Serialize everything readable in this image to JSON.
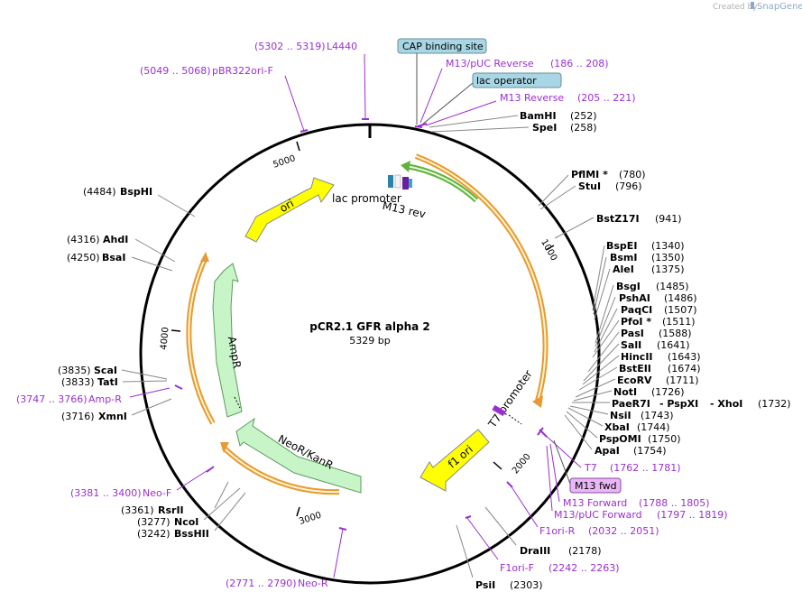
{
  "credit": {
    "created_by": "Created by",
    "brand": "SnapGene"
  },
  "plasmid": {
    "name": "pCR2.1 GFR alpha 2",
    "length": "5329 bp"
  },
  "ticks": [
    "1000",
    "2000",
    "3000",
    "4000",
    "5000"
  ],
  "enzymes_right": [
    {
      "name": "BamHI",
      "pos": "(252)"
    },
    {
      "name": "SpeI",
      "pos": "(258)"
    },
    {
      "name": "PflMI *",
      "pos": "(780)"
    },
    {
      "name": "StuI",
      "pos": "(796)"
    },
    {
      "name": "BstZ17I",
      "pos": "(941)"
    },
    {
      "name": "BspEI",
      "pos": "(1340)"
    },
    {
      "name": "BsmI",
      "pos": "(1350)"
    },
    {
      "name": "AleI",
      "pos": "(1375)"
    },
    {
      "name": "BsgI",
      "pos": "(1485)"
    },
    {
      "name": "PshAI",
      "pos": "(1486)"
    },
    {
      "name": "PaqCI",
      "pos": "(1507)"
    },
    {
      "name": "PfoI *",
      "pos": "(1511)"
    },
    {
      "name": "PasI",
      "pos": "(1588)"
    },
    {
      "name": "SalI",
      "pos": "(1641)"
    },
    {
      "name": "HincII",
      "pos": "(1643)"
    },
    {
      "name": "BstEII",
      "pos": "(1674)"
    },
    {
      "name": "EcoRV",
      "pos": "(1711)"
    },
    {
      "name": "NotI",
      "pos": "(1726)"
    },
    {
      "name": "PaeR7I",
      "name2": "- PspXI",
      "name3": "- XhoI",
      "pos": "(1732)"
    },
    {
      "name": "NsiI",
      "pos": "(1743)"
    },
    {
      "name": "XbaI",
      "pos": "(1744)"
    },
    {
      "name": "PspOMI",
      "pos": "(1750)"
    },
    {
      "name": "ApaI",
      "pos": "(1754)"
    }
  ],
  "enzymes_bottom": [
    {
      "name": "DraIII",
      "pos": "(2178)"
    },
    {
      "name": "PsiI",
      "pos": "(2303)"
    }
  ],
  "enzymes_left": [
    {
      "name": "BspHI",
      "pos": "(4484)"
    },
    {
      "name": "AhdI",
      "pos": "(4316)"
    },
    {
      "name": "BsaI",
      "pos": "(4250)"
    },
    {
      "name": "ScaI",
      "pos": "(3835)"
    },
    {
      "name": "TatI",
      "pos": "(3833)"
    },
    {
      "name": "XmnI",
      "pos": "(3716)"
    },
    {
      "name": "RsrII",
      "pos": "(3361)"
    },
    {
      "name": "NcoI",
      "pos": "(3277)"
    },
    {
      "name": "BssHII",
      "pos": "(3242)"
    }
  ],
  "primers": {
    "l4440": {
      "range": "(5302 .. 5319)",
      "name": "L4440"
    },
    "pbr322": {
      "range": "(5049 .. 5068)",
      "name": "pBR322ori-F"
    },
    "m13puc_rev": {
      "name": "M13/pUC Reverse",
      "range": "(186 .. 208)"
    },
    "m13_rev": {
      "name": "M13 Reverse",
      "range": "(205 .. 221)"
    },
    "t7": {
      "name": "T7",
      "range": "(1762 .. 1781)"
    },
    "m13_fwd": {
      "name": "M13 Forward",
      "range": "(1788 .. 1805)"
    },
    "m13puc_fwd": {
      "name": "M13/pUC Forward",
      "range": "(1797 .. 1819)"
    },
    "f1ori_r": {
      "name": "F1ori-R",
      "range": "(2032 .. 2051)"
    },
    "f1ori_f": {
      "name": "F1ori-F",
      "range": "(2242 .. 2263)"
    },
    "neo_r": {
      "range": "(2771 .. 2790)",
      "name": "Neo-R"
    },
    "neo_f": {
      "range": "(3381 .. 3400)",
      "name": "Neo-F"
    },
    "amp_r": {
      "range": "(3747 .. 3766)",
      "name": "Amp-R"
    }
  },
  "boxes": {
    "cap": "CAP binding site",
    "lac_op": "lac operator",
    "m13fwd": "M13 fwd"
  },
  "features": {
    "ori": "ori",
    "amp": "AmpR",
    "neo": "NeoR/KanR",
    "f1": "f1 ori",
    "lac": "lac promoter",
    "m13rev": "M13 rev",
    "t7prom": "T7 promoter"
  },
  "colors": {
    "primer": "#9b2fd0",
    "orf_orange": "#e89a2e",
    "ori_yellow": "#ffff00",
    "gene_green": "#c8f5c8",
    "box_blue": "#a9d6e5",
    "box_purple": "#e9b6f6"
  }
}
